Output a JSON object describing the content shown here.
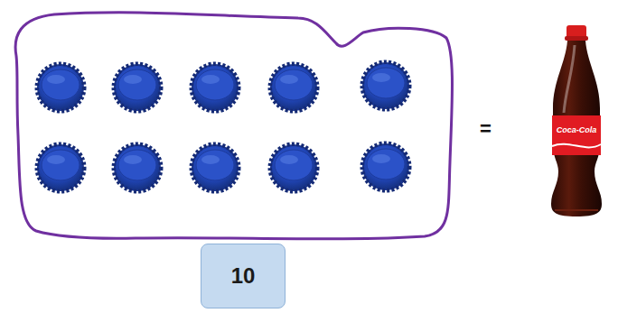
{
  "diagram": {
    "nodes": [
      {
        "text": [
          "10"
        ]
      }
    ],
    "labels": [
      "=",
      "Coca-Cola"
    ]
  }
}
